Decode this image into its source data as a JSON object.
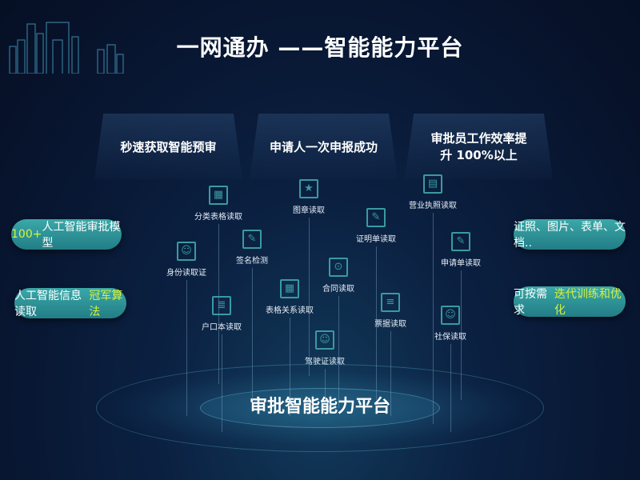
{
  "title": "一网通办 ——智能能力平台",
  "headers": [
    "秒速获取智能预审",
    "申请人一次申报成功",
    "审批员工作效率提升 100%以上"
  ],
  "left_pills": [
    {
      "text": "100+人工智能审批模型",
      "highlight": "100+"
    },
    {
      "text": "人工智能信息读取",
      "highlight": "冠军算法"
    }
  ],
  "right_pills": [
    {
      "text": "证照、图片、表单、文档..",
      "highlight": ""
    },
    {
      "text": "可按需求",
      "highlight": "迭代训练和优化"
    }
  ],
  "items": [
    {
      "label": "分类表格读取",
      "icon": "table-icon"
    },
    {
      "label": "身份读取证",
      "icon": "id-card-icon"
    },
    {
      "label": "签名检测",
      "icon": "signature-icon"
    },
    {
      "label": "户口本读取",
      "icon": "household-register-icon"
    },
    {
      "label": "表格关系读取",
      "icon": "table-relation-icon"
    },
    {
      "label": "图章读取",
      "icon": "seal-icon"
    },
    {
      "label": "驾驶证读取",
      "icon": "driver-license-icon"
    },
    {
      "label": "合同读取",
      "icon": "contract-icon"
    },
    {
      "label": "证明单读取",
      "icon": "certificate-icon"
    },
    {
      "label": "票据读取",
      "icon": "receipt-icon"
    },
    {
      "label": "营业执照读取",
      "icon": "business-license-icon"
    },
    {
      "label": "申请单读取",
      "icon": "application-form-icon"
    },
    {
      "label": "社保读取",
      "icon": "social-security-icon"
    }
  ],
  "platform": "审批智能能力平台"
}
